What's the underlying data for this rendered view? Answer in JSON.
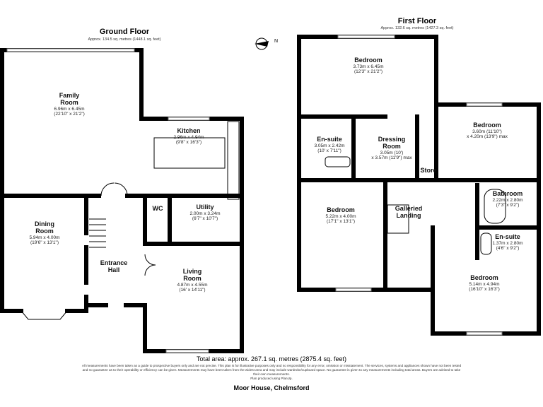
{
  "ground_floor": {
    "title": "Ground Floor",
    "area": "Approx. 134.5 sq. metres (1448.1 sq. feet)",
    "rooms": [
      {
        "name": "Family",
        "name2": "Room",
        "dims": "6.96m x 6.45m",
        "imperial": "(22'10\" x 21'2\")"
      },
      {
        "name": "Kitchen",
        "dims": "2.96m x 4.94m",
        "imperial": "(9'8\" x 16'3\")"
      },
      {
        "name": "WC"
      },
      {
        "name": "Utility",
        "dims": "2.00m x 3.24m",
        "imperial": "(6'7\" x 10'7\")"
      },
      {
        "name": "Dining",
        "name2": "Room",
        "dims": "5.94m x 4.00m",
        "imperial": "(19'6\" x 13'1\")"
      },
      {
        "name": "Entrance",
        "name2": "Hall"
      },
      {
        "name": "Living",
        "name2": "Room",
        "dims": "4.87m x 4.55m",
        "imperial": "(16' x 14'11\")"
      }
    ]
  },
  "first_floor": {
    "title": "First Floor",
    "area": "Approx. 132.6 sq. metres (1427.3 sq. feet)",
    "rooms": [
      {
        "name": "Bedroom",
        "dims": "3.73m x 6.45m",
        "imperial": "(12'3\" x 21'2\")"
      },
      {
        "name": "En-suite",
        "dims": "3.05m x 2.42m",
        "imperial": "(10' x 7'11\")"
      },
      {
        "name": "Dressing",
        "name2": "Room",
        "dims": "3.05m (10')",
        "imperial": "x 3.57m (11'9\") max"
      },
      {
        "name": "Bedroom",
        "dims": "3.60m (11'10\")",
        "imperial": "x 4.20m (13'9\") max"
      },
      {
        "name": "Store"
      },
      {
        "name": "Bedroom",
        "dims": "5.22m x 4.00m",
        "imperial": "(17'1\" x 13'1\")"
      },
      {
        "name": "Galleried",
        "name2": "Landing"
      },
      {
        "name": "Bathroom",
        "dims": "2.22m x 2.80m",
        "imperial": "(7'3\" x 9'2\")"
      },
      {
        "name": "En-suite",
        "dims": "1.37m x 2.80m",
        "imperial": "(4'6\" x 9'2\")"
      },
      {
        "name": "Bedroom",
        "dims": "5.14m x 4.94m",
        "imperial": "(16'10\" x 16'3\")"
      }
    ]
  },
  "compass": {
    "label": "N"
  },
  "footer": {
    "total": "Total area: approx. 267.1 sq. metres (2875.4 sq. feet)",
    "disclaimer": "All measurements have been taken as a guide to prospective buyers only and are not precise. This plan is for illustrative purposes only and no responsibility for any error, omission or misstatement. The services, systems and appliances shown have not been tested and no guarantee as to their operability or efficiency can be given. Measurements may have been taken from the widest area and may include wardrobe/cupboard space. No guarantee is given to any measurements including total areas. Buyers are advised to take their own measurements.",
    "produced": "Plan produced using PlanUp.",
    "property": "Moor House, Chelmsford"
  }
}
